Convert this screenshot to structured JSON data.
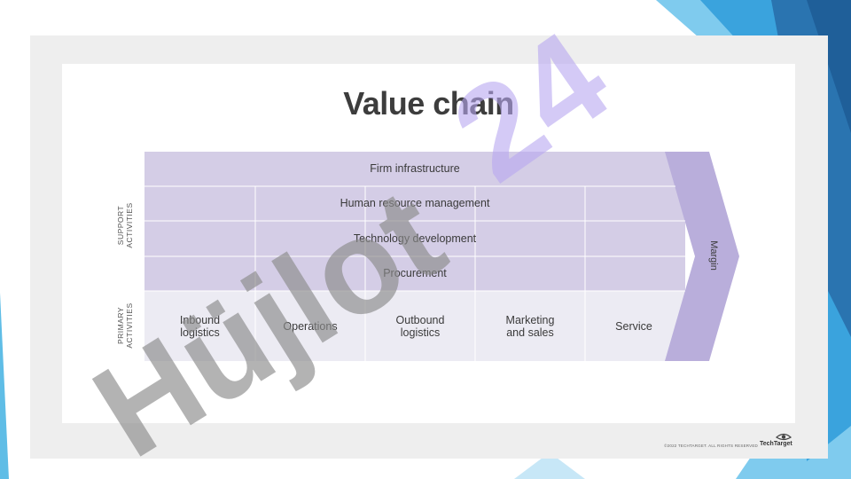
{
  "title": "Value chain",
  "support_label_line1": "SUPPORT",
  "support_label_line2": "ACTIVITIES",
  "primary_label_line1": "PRIMARY",
  "primary_label_line2": "ACTIVITIES",
  "support_activities": [
    "Firm infrastructure",
    "Human resource management",
    "Technology development",
    "Procurement"
  ],
  "primary_activities": [
    {
      "line1": "Inbound",
      "line2": "logistics"
    },
    {
      "line1": "Operations",
      "line2": ""
    },
    {
      "line1": "Outbound",
      "line2": "logistics"
    },
    {
      "line1": "Marketing",
      "line2": "and sales"
    },
    {
      "line1": "Service",
      "line2": ""
    }
  ],
  "margin_label": "Margin",
  "copyright": "©2022 TECHTARGET. ALL RIGHTS RESERVED",
  "brand": "TechTarget",
  "watermark": "Hüjlot24",
  "colors": {
    "support_fill": "#d4cde6",
    "primary_fill": "#ecebf3",
    "margin_fill": "#b9aedb",
    "watermark_gray": "#8a8a8a",
    "watermark_purple": "#b8a6f0",
    "accent_blue": "#2a8fcf"
  }
}
